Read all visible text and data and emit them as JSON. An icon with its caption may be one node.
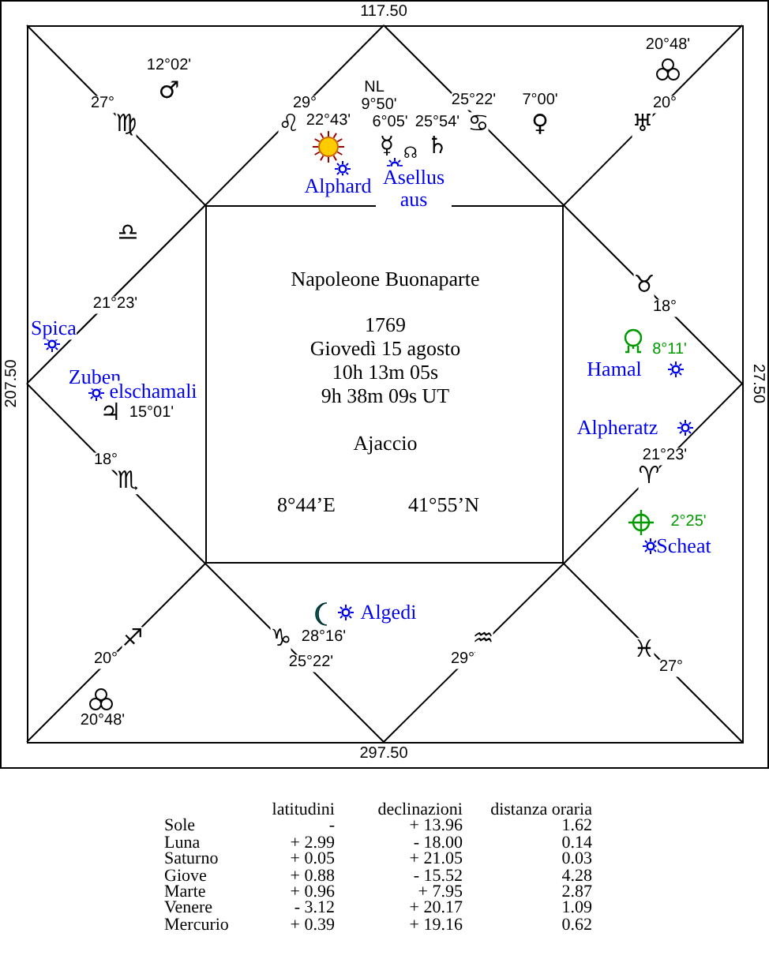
{
  "diagram": {
    "nodes": [
      {
        "text": [
          "Napoleone Buonaparte",
          "1769",
          "Giovedì 15 agosto",
          "10h 13m 05s",
          "9h 38m 09s UT",
          "Ajaccio",
          "8°44’E",
          "41°55’N"
        ]
      }
    ],
    "edges": [],
    "labels": [
      "117.50",
      "207.50",
      "27.50",
      "297.50",
      "12°02'",
      "♂",
      "27°",
      "♍",
      "29°",
      "♌",
      "22°43'",
      "Alphard",
      "NL",
      "9°50'",
      "6°05'",
      "☿",
      "☊",
      "Asellus aus",
      "25°54'",
      "♄",
      "25°22'",
      "♋",
      "7°00'",
      "♀",
      "20°48'",
      "20°",
      "♅",
      "♎",
      "21°23'",
      "Spica",
      "Zuben",
      "elschamali",
      "♃",
      "15°01'",
      "18°",
      "♏",
      "♉",
      "18°",
      "8°11'",
      "Hamal",
      "Alpheratz",
      "21°23'",
      "♈",
      "2°25'",
      "Scheat",
      "Algedi",
      "♑",
      "28°16'",
      "25°22'",
      "29°",
      "♒",
      "♓",
      "27°",
      "♐",
      "20°",
      "20°48'",
      "latitudini",
      "declinazioni",
      "distanza oraria",
      "Sole",
      "-",
      "+ 13.96",
      "1.62",
      "Luna",
      "+ 2.99",
      "- 18.00",
      "0.14",
      "Saturno",
      "+ 0.05",
      "+ 21.05",
      "0.03",
      "Giove",
      "+ 0.88",
      "- 15.52",
      "4.28",
      "Marte",
      "+ 0.96",
      "+ 7.95",
      "2.87",
      "Venere",
      "- 3.12",
      "+ 20.17",
      "1.09",
      "Mercurio",
      "+ 0.39",
      "+ 19.16",
      "0.62"
    ]
  }
}
